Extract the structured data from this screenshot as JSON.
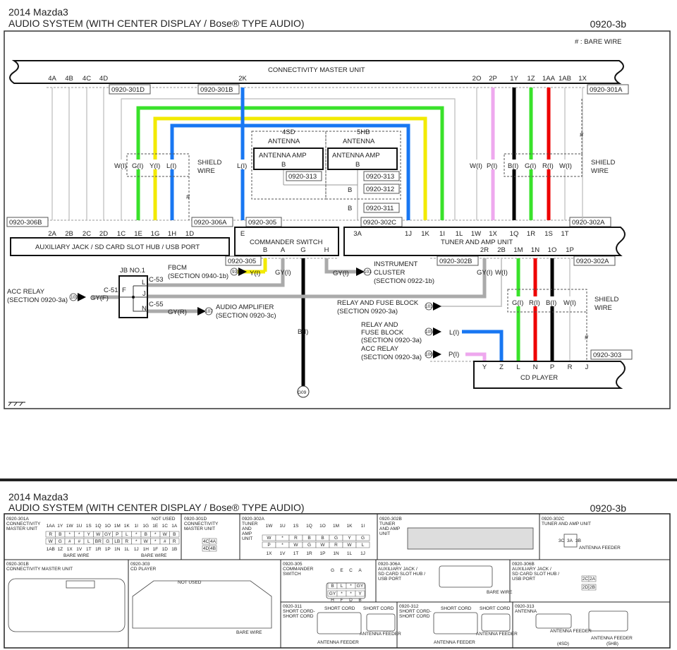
{
  "page1": {
    "model": "2014 Mazda3",
    "title": "AUDIO SYSTEM (WITH CENTER DISPLAY / Bose® TYPE AUDIO)",
    "code": "0920-3b",
    "bare_wire_note": "# : BARE WIRE",
    "cmu": "CONNECTIVITY MASTER UNIT",
    "cmu_pins": [
      "4A",
      "4B",
      "4C",
      "4D",
      "2K",
      "2O",
      "2P",
      "1Y",
      "1Z",
      "1AA",
      "1AB",
      "1X"
    ],
    "connectors": [
      "0920-301D",
      "0920-301B",
      "0920-301A",
      "0920-306B",
      "0920-306A",
      "0920-305",
      "0920-302C",
      "0920-302A",
      "0920-313",
      "0920-312",
      "0920-311",
      "0920-302B",
      "0920-303"
    ],
    "wire_labels": [
      "W(I)",
      "G(I)",
      "Y(I)",
      "L(I)",
      "P(I)",
      "B(I)",
      "R(I)",
      "GY(I)",
      "GY(F)",
      "GY(R)"
    ],
    "shield_wire": [
      "SHIELD",
      "WIRE"
    ],
    "hash": "#",
    "antenna": {
      "v1": "4SD",
      "v2": "5HB",
      "name": "ANTENNA",
      "amp": "ANTENNA AMP",
      "pin": "B"
    },
    "aux": "AUXILIARY JACK / SD CARD SLOT HUB / USB PORT",
    "aux_pins": [
      "2A",
      "2B",
      "2C",
      "2D",
      "1C",
      "1E",
      "1G",
      "1H",
      "1D"
    ],
    "commander": "COMMANDER SWITCH",
    "commander_pins_top": [
      "E"
    ],
    "commander_pins": [
      "B",
      "A",
      "G",
      "H"
    ],
    "tuner": "TUNER AND AMP UNIT",
    "tuner_pins_top": [
      "3A",
      "1J",
      "1K",
      "1I",
      "1L",
      "1W",
      "1X",
      "1Q",
      "1R",
      "1S",
      "1T"
    ],
    "tuner_pins_bottom": [
      "2R",
      "2B",
      "1M",
      "1N",
      "1O",
      "1P"
    ],
    "jb": "JB NO.1",
    "jb_pins": [
      "F",
      "L",
      "J",
      "N"
    ],
    "jb_conns": [
      "C-51",
      "C-53",
      "C-55"
    ],
    "acc_relay": [
      "ACC RELAY",
      "(SECTION 0920-3a)"
    ],
    "fbcm": [
      "FBCM",
      "(SECTION 0940-1b)"
    ],
    "audio_amp": [
      "AUDIO AMPLIFIER",
      "(SECTION 0920-3c)"
    ],
    "instrument": [
      "INSTRUMENT",
      "CLUSTER",
      "(SECTION 0922-1b)"
    ],
    "relay_fuse": [
      "RELAY AND FUSE BLOCK",
      "(SECTION 0920-3a)"
    ],
    "relay_fuse2": [
      "RELAY AND",
      "FUSE BLOCK",
      "(SECTION 0920-3a)"
    ],
    "acc_relay2": [
      "ACC RELAY",
      "(SECTION 0920-3a)"
    ],
    "refs": [
      "102",
      "93",
      "101",
      "107",
      "103",
      "105",
      "106"
    ],
    "ground": "G09",
    "cd": "CD PLAYER",
    "cd_pins": [
      "Y",
      "Z",
      "L",
      "N",
      "P",
      "R",
      "J"
    ]
  },
  "page2": {
    "model": "2014 Mazda3",
    "title": "AUDIO SYSTEM (WITH CENTER DISPLAY / Bose® TYPE AUDIO)",
    "code": "0920-3b",
    "panels": [
      {
        "id": "0920-301A",
        "name": [
          "CONNECTIVITY",
          "MASTER UNIT"
        ]
      },
      {
        "id": "0920-301D",
        "name": [
          "CONNECTIVITY",
          "MASTER UNIT"
        ]
      },
      {
        "id": "0920-302A",
        "name": [
          "TUNER",
          "AND",
          "AMP",
          "UNIT"
        ]
      },
      {
        "id": "0920-302B",
        "name": [
          "TUNER",
          "AND AMP",
          "UNIT"
        ]
      },
      {
        "id": "0920-302C",
        "name": [
          "TUNER AND AMP UNIT"
        ]
      },
      {
        "id": "0920-301B",
        "name": [
          "CONNECTIVITY MASTER UNIT"
        ]
      },
      {
        "id": "0920-303",
        "name": [
          "CD PLAYER"
        ]
      },
      {
        "id": "0920-305",
        "name": [
          "COMMANDER",
          "SWITCH"
        ]
      },
      {
        "id": "0920-306A",
        "name": [
          "AUXILIARY JACK /",
          "SD CARD SLOT HUB /",
          "USB PORT"
        ]
      },
      {
        "id": "0920-306B",
        "name": [
          "AUXILIARY JACK /",
          "SD CARD SLOT HUB /",
          "USB PORT"
        ]
      },
      {
        "id": "0920-311",
        "name": [
          "SHORT CORD-",
          "SHORT CORD"
        ]
      },
      {
        "id": "0920-312",
        "name": [
          "SHORT CORD-",
          "SHORT CORD"
        ]
      },
      {
        "id": "0920-313",
        "name": [
          "ANTENNA"
        ]
      }
    ],
    "notes": {
      "not_used": "NOT USED",
      "bare_wire": "BARE WIRE",
      "antenna_feeder": "ANTENNA FEEDER",
      "short_cord": "SHORT CORD",
      "v4sd": "(4SD)",
      "v5hb": "(5HB)"
    },
    "c301a_top": [
      "1AA",
      "1Y",
      "1W",
      "1U",
      "1S",
      "1Q",
      "1O",
      "1M",
      "1K",
      "1I",
      "1G",
      "1E",
      "1C",
      "1A"
    ],
    "c301a_row1": [
      "R",
      "B",
      "*",
      "*",
      "Y",
      "W",
      "GY",
      "P",
      "L",
      "*",
      "B",
      "*",
      "W",
      "B"
    ],
    "c301a_row2": [
      "W",
      "G",
      "#",
      "#",
      "L",
      "BR",
      "G",
      "LB",
      "R",
      "*",
      "W",
      "*",
      "#",
      "R"
    ],
    "c301a_bot": [
      "1AB",
      "1Z",
      "1X",
      "1V",
      "1T",
      "1R",
      "1P",
      "1N",
      "1L",
      "1J",
      "1H",
      "1F",
      "1D",
      "1B"
    ],
    "c301d": [
      "4C",
      "4A",
      "4D",
      "4B"
    ],
    "c302a_top": [
      "1W",
      "1U",
      "1S",
      "1Q",
      "1O",
      "1M",
      "1K",
      "1I"
    ],
    "c302a_row1": [
      "W",
      "*",
      "R",
      "B",
      "B",
      "G",
      "Y",
      "G"
    ],
    "c302a_row2": [
      "P",
      "*",
      "W",
      "G",
      "W",
      "R",
      "W",
      "L"
    ],
    "c302a_bot": [
      "1X",
      "1V",
      "1T",
      "1R",
      "1P",
      "1N",
      "1L",
      "1J"
    ],
    "c302c": [
      "3C",
      "3A",
      "3B"
    ],
    "c305_top": [
      "G",
      "E",
      "C",
      "A"
    ],
    "c305_row1": [
      "B",
      "L",
      "*",
      "GY"
    ],
    "c305_row2": [
      "GY",
      "*",
      "*",
      "Y"
    ],
    "c305_bot": [
      "H",
      "F",
      "D",
      "B"
    ],
    "c306b": [
      "2C",
      "2A",
      "2D",
      "2B"
    ]
  }
}
